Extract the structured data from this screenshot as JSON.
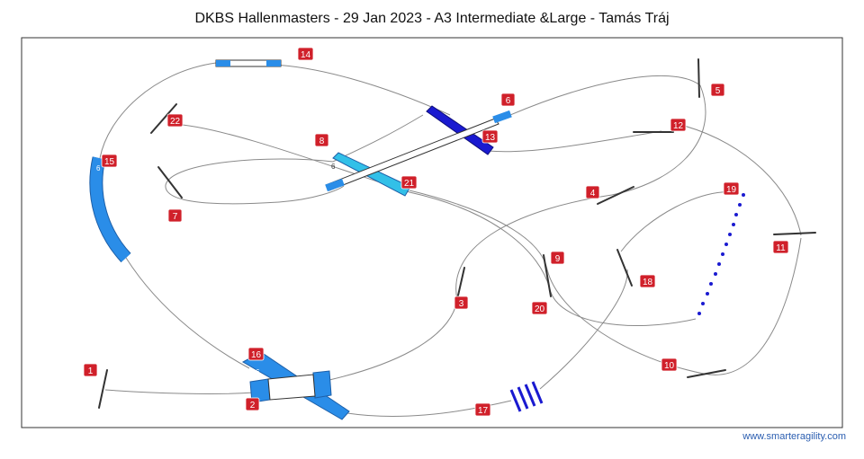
{
  "title": "DKBS Hallenmasters - 29 Jan 2023 - A3 Intermediate &Large - Tamás Tráj",
  "footer": "www.smarteragility.com",
  "colors": {
    "marker": "#d0202a",
    "tunnel_light": "#2a8de8",
    "tunnel_cyan": "#32c0e8",
    "dogwalk_dark": "#1a1ad0",
    "path": "#8a8a8a"
  },
  "obstacles": [
    {
      "number": "1",
      "kind": "jump"
    },
    {
      "number": "2",
      "kind": "tunnel"
    },
    {
      "number": "3",
      "kind": "jump"
    },
    {
      "number": "4",
      "kind": "jump"
    },
    {
      "number": "5",
      "kind": "jump"
    },
    {
      "number": "6",
      "kind": "dogwalk"
    },
    {
      "number": "7",
      "kind": "jump"
    },
    {
      "number": "8",
      "kind": "tunnel"
    },
    {
      "number": "9",
      "kind": "jump"
    },
    {
      "number": "10",
      "kind": "jump"
    },
    {
      "number": "11",
      "kind": "jump"
    },
    {
      "number": "12",
      "kind": "jump"
    },
    {
      "number": "13",
      "kind": "dogwalk"
    },
    {
      "number": "14",
      "kind": "jump"
    },
    {
      "number": "15",
      "kind": "tunnel"
    },
    {
      "number": "16",
      "kind": "tunnel"
    },
    {
      "number": "17",
      "kind": "jump"
    },
    {
      "number": "18",
      "kind": "jump"
    },
    {
      "number": "19",
      "kind": "weave"
    },
    {
      "number": "20",
      "kind": "jump"
    },
    {
      "number": "21",
      "kind": "tunnel"
    },
    {
      "number": "22",
      "kind": "jump"
    }
  ],
  "tunnel_labels": [
    "6",
    "6",
    "6"
  ]
}
